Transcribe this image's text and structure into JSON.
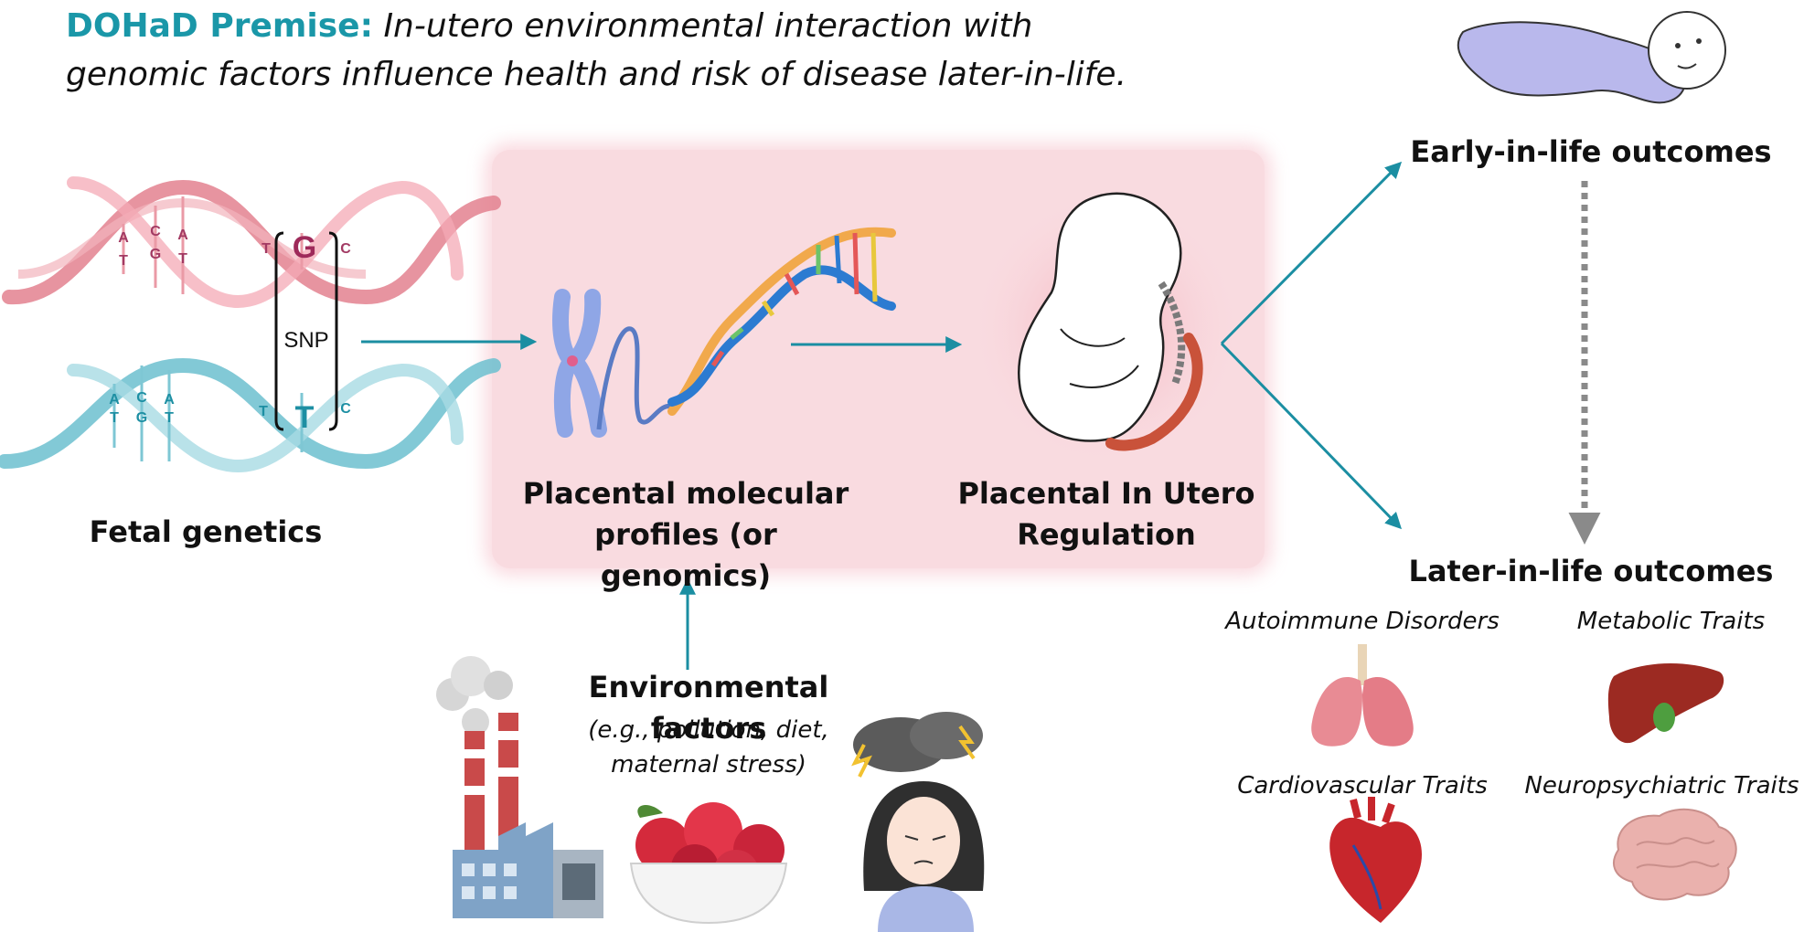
{
  "title": {
    "lead": "DOHaD Premise:",
    "line1": "In-utero environmental interaction with",
    "line2": "genomic factors influence health and risk of disease later-in-life."
  },
  "dna": {
    "top_letters": [
      "A",
      "T",
      "C",
      "G",
      "A",
      "T"
    ],
    "bottom_letters": [
      "A",
      "T",
      "C",
      "G",
      "A",
      "T"
    ],
    "snp_top": {
      "left": "T",
      "mid": "G",
      "right": "C"
    },
    "snp_bottom": {
      "left": "T",
      "mid": "T",
      "right": "C"
    },
    "snp_label": "SNP"
  },
  "labels": {
    "fetal_genetics": "Fetal genetics",
    "placental_molecular_line1": "Placental molecular",
    "placental_molecular_line2": "profiles (or genomics)",
    "placental_regulation_line1": "Placental In Utero",
    "placental_regulation_line2": "Regulation",
    "early_outcomes": "Early-in-life outcomes",
    "later_outcomes": "Later-in-life outcomes",
    "environmental_factors": "Environmental factors",
    "env_examples_line1": "(e.g., pollution, diet,",
    "env_examples_line2": "maternal stress)"
  },
  "traits": {
    "autoimmune": "Autoimmune Disorders",
    "metabolic": "Metabolic Traits",
    "cardiovascular": "Cardiovascular Traits",
    "neuropsychiatric": "Neuropsychiatric Traits"
  },
  "colors": {
    "accent_teal": "#1a97a8",
    "arrow": "#1b8ea2",
    "pink_box": "#f9dbe0",
    "dna_pink": "#e3818f",
    "dna_blue": "#6cbfcf",
    "snp_g": "#9e2a5a",
    "snp_t": "#1d8fa3"
  }
}
